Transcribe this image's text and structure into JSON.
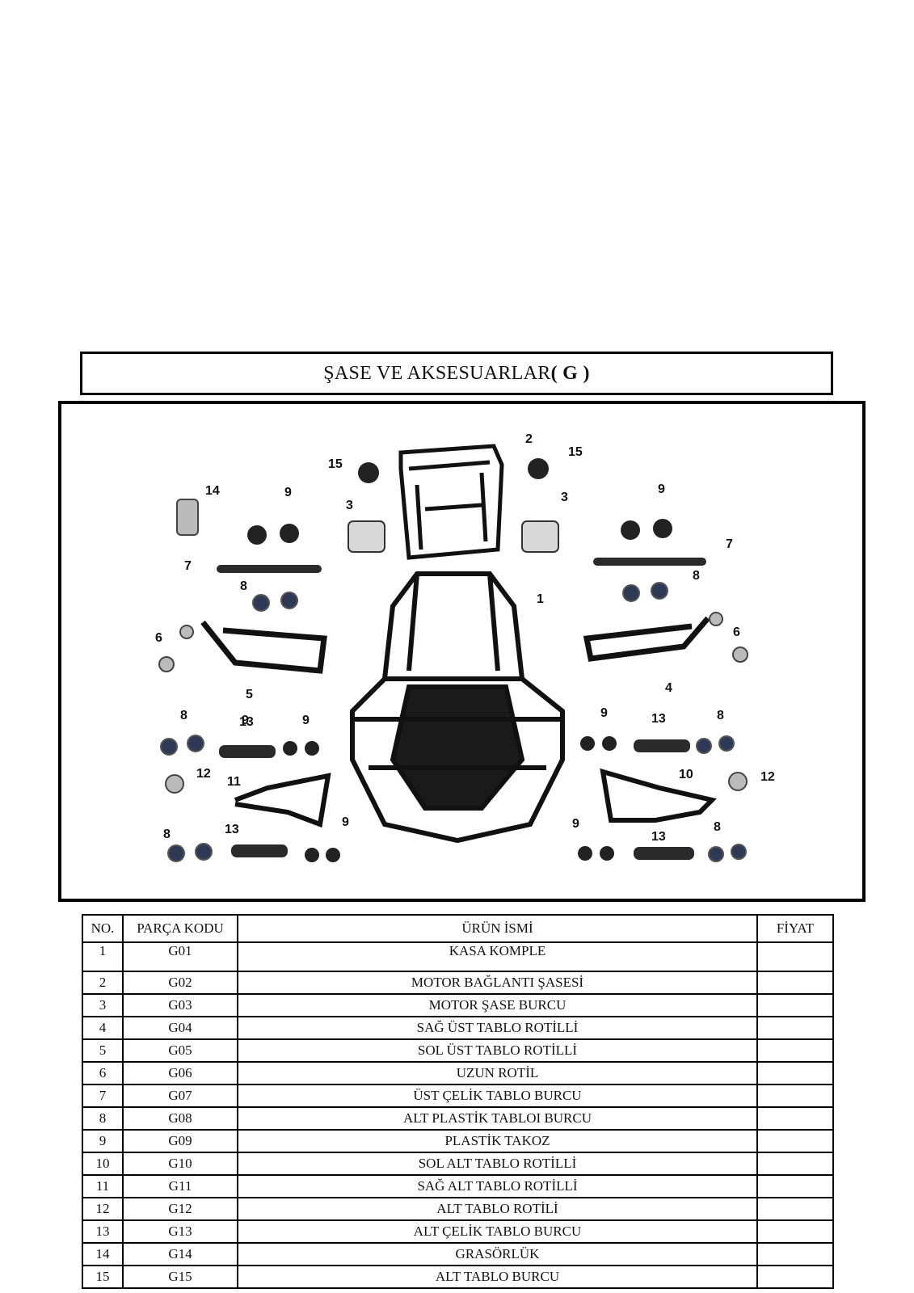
{
  "header": {
    "title_text": "ŞASE VE  AKSESUARLAR ",
    "title_code": "( G )"
  },
  "diagram": {
    "callouts": [
      "1",
      "2",
      "3",
      "3",
      "4",
      "5",
      "6",
      "6",
      "7",
      "7",
      "8",
      "8",
      "8",
      "8",
      "8",
      "8",
      "9",
      "9",
      "9",
      "9",
      "9",
      "9",
      "9",
      "10",
      "11",
      "12",
      "12",
      "13",
      "13",
      "13",
      "13",
      "14",
      "15",
      "15"
    ]
  },
  "table": {
    "headers": [
      "NO.",
      "PARÇA KODU",
      "ÜRÜN İSMİ",
      "FİYAT"
    ],
    "rows": [
      {
        "no": "1",
        "code": "G01",
        "name": "KASA KOMPLE",
        "price": ""
      },
      {
        "no": "2",
        "code": "G02",
        "name": "MOTOR BAĞLANTI ŞASESİ",
        "price": ""
      },
      {
        "no": "3",
        "code": "G03",
        "name": "MOTOR ŞASE BURCU",
        "price": ""
      },
      {
        "no": "4",
        "code": "G04",
        "name": "SAĞ ÜST TABLO ROTİLLİ",
        "price": ""
      },
      {
        "no": "5",
        "code": "G05",
        "name": "SOL ÜST TABLO ROTİLLİ",
        "price": ""
      },
      {
        "no": "6",
        "code": "G06",
        "name": "UZUN ROTİL",
        "price": ""
      },
      {
        "no": "7",
        "code": "G07",
        "name": "ÜST ÇELİK TABLO BURCU",
        "price": ""
      },
      {
        "no": "8",
        "code": "G08",
        "name": "ALT PLASTİK TABLOI BURCU",
        "price": ""
      },
      {
        "no": "9",
        "code": "G09",
        "name": "PLASTİK TAKOZ",
        "price": ""
      },
      {
        "no": "10",
        "code": "G10",
        "name": "SOL ALT TABLO ROTİLLİ",
        "price": ""
      },
      {
        "no": "11",
        "code": "G11",
        "name": "SAĞ ALT TABLO ROTİLLİ",
        "price": ""
      },
      {
        "no": "12",
        "code": "G12",
        "name": "ALT TABLO ROTİLİ",
        "price": ""
      },
      {
        "no": "13",
        "code": "G13",
        "name": "ALT  ÇELİK TABLO BURCU",
        "price": ""
      },
      {
        "no": "14",
        "code": "G14",
        "name": "GRASÖRLÜK",
        "price": ""
      },
      {
        "no": "15",
        "code": "G15",
        "name": "ALT TABLO BURCU",
        "price": ""
      }
    ]
  }
}
